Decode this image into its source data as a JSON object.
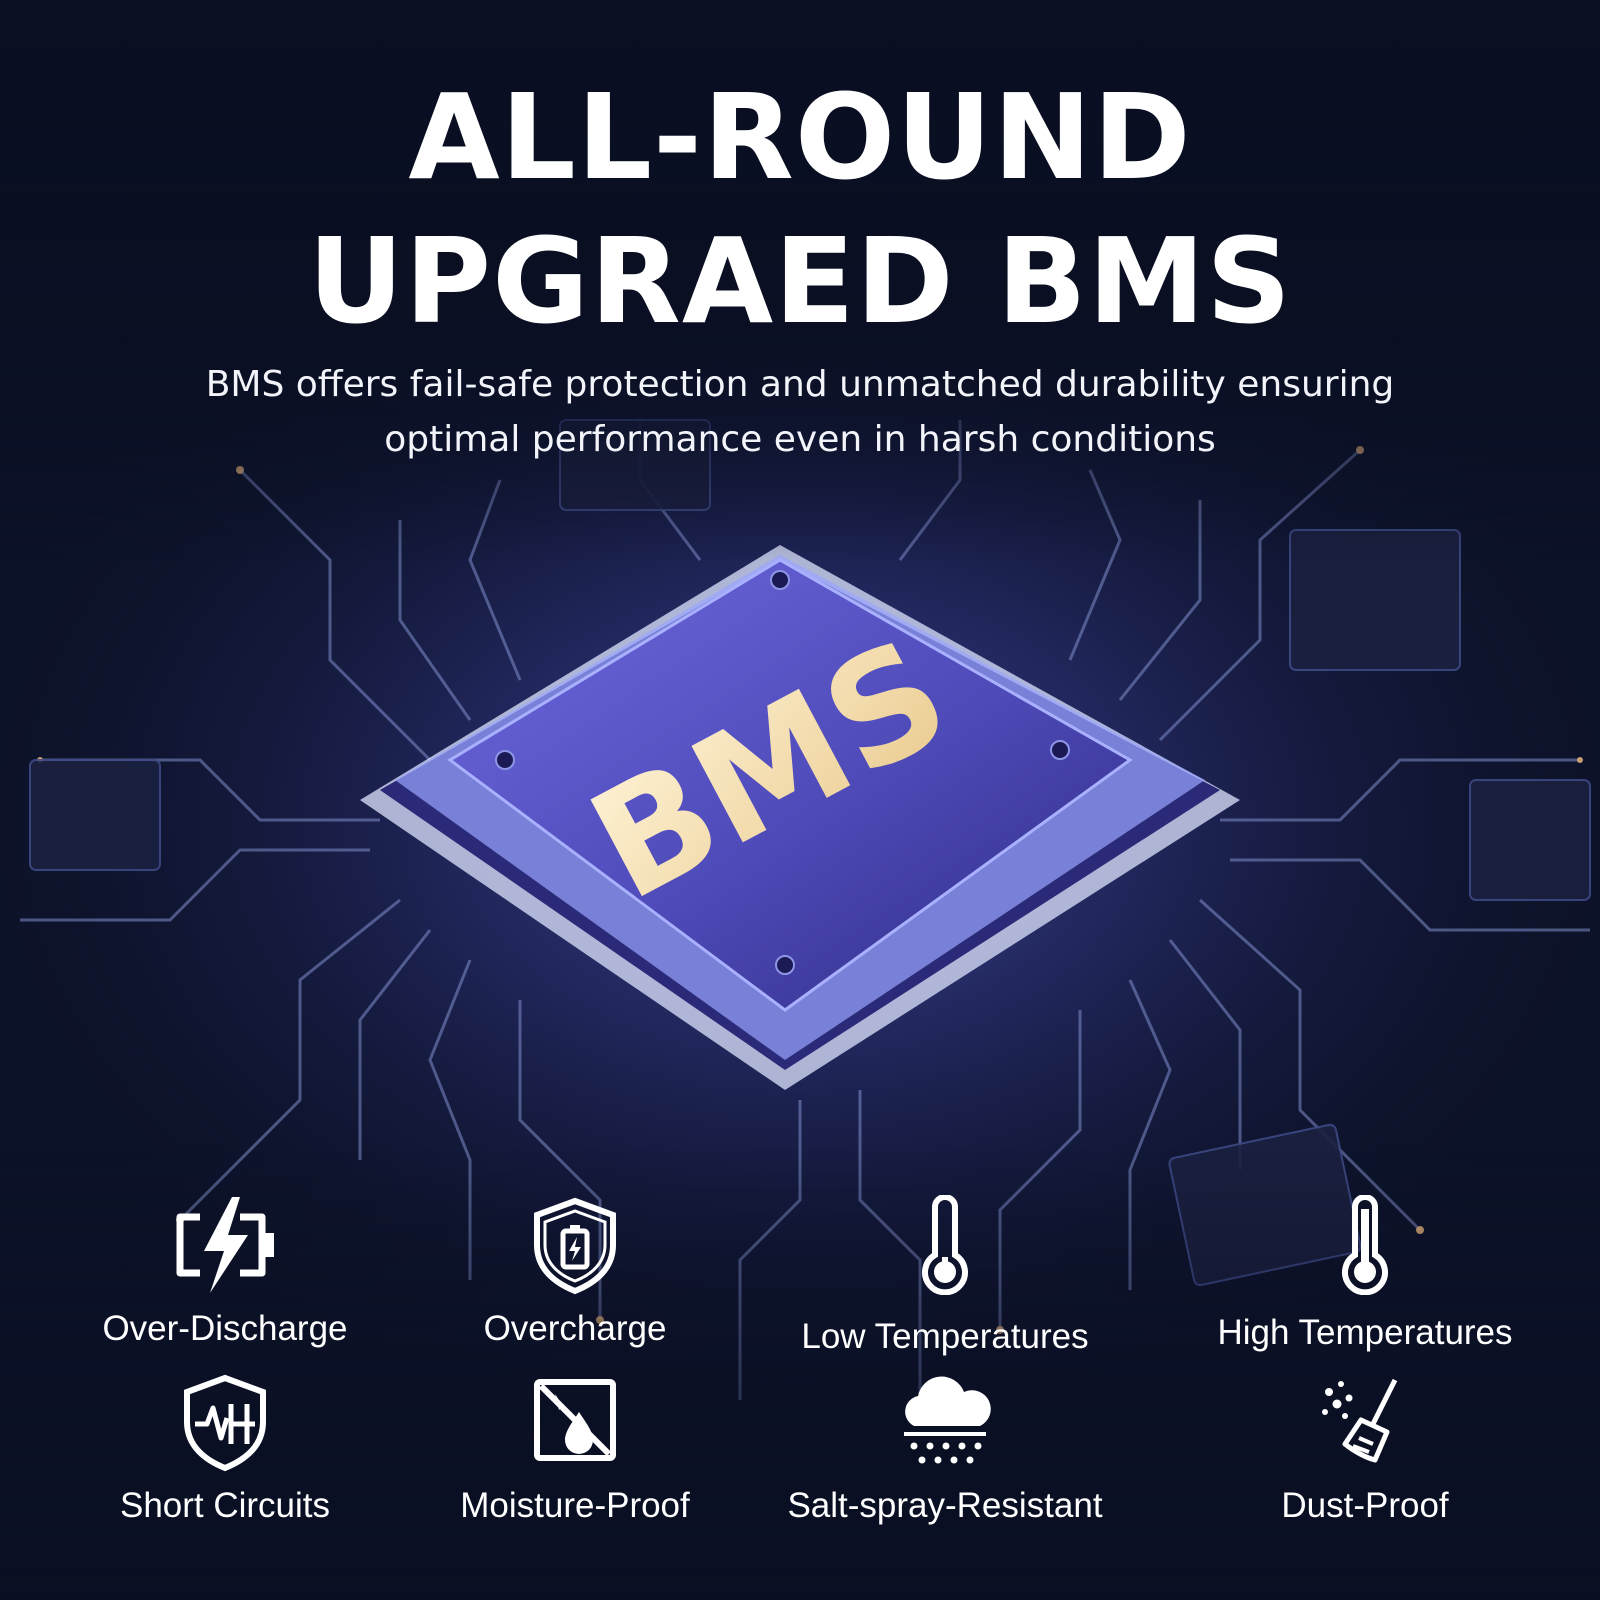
{
  "headline": {
    "line1": "ALL-ROUND",
    "line2": "UPGRAED BMS"
  },
  "subheadline": {
    "line1": "BMS offers fail-safe protection and unmatched durability ensuring",
    "line2": "optimal performance even in harsh conditions"
  },
  "chip": {
    "label": "BMS"
  },
  "features": [
    {
      "label": "Over-Discharge",
      "icon": "battery-lightning-icon"
    },
    {
      "label": "Overcharge",
      "icon": "shield-battery-icon"
    },
    {
      "label": "Low Temperatures",
      "icon": "thermometer-low-icon"
    },
    {
      "label": "High Temperatures",
      "icon": "thermometer-high-icon"
    },
    {
      "label": "Short Circuits",
      "icon": "shield-circuit-icon"
    },
    {
      "label": "Moisture-Proof",
      "icon": "no-water-icon"
    },
    {
      "label": "Salt-spray-Resistant",
      "icon": "cloud-spray-icon"
    },
    {
      "label": "Dust-Proof",
      "icon": "broom-dust-icon"
    }
  ],
  "colors": {
    "background": "#0a0f22",
    "chip_face": "#4f4bb8",
    "chip_glow": "#cfd8ff",
    "circuit": "#7f8ecb",
    "chip_text": "#f3dfb4"
  }
}
